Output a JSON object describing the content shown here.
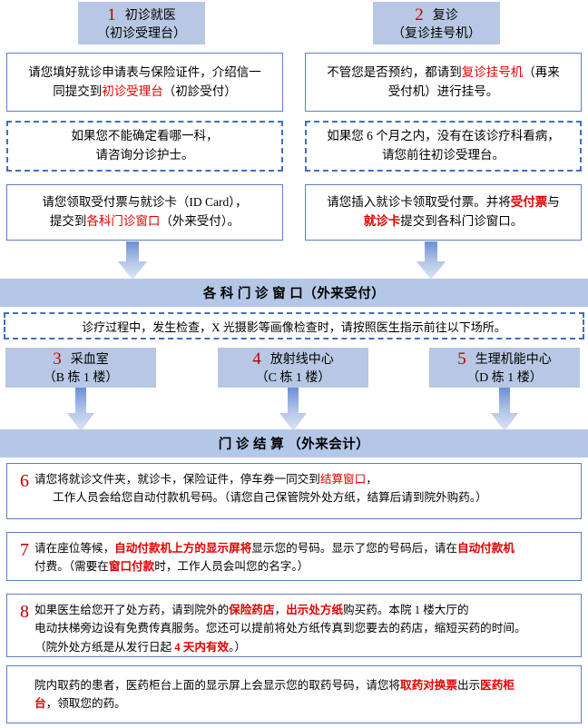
{
  "colors": {
    "banner_bg": "#b4c7e7",
    "header_bg": "#b8c8e4",
    "box_border": "#5b7fc4",
    "dash_border": "#3f6fc0",
    "accent_red": "#e00000",
    "number_red": "#c00000"
  },
  "columns": {
    "left": {
      "header": {
        "number": "1",
        "title": "初诊就医",
        "subtitle": "（初诊受理台）"
      },
      "step_solid_1": {
        "line1_pre": "请您填好就诊申请表与保险证件，介绍信一",
        "line2_pre": "同提交到",
        "line2_hl": "初诊受理台",
        "line2_post": "（初診受付）"
      },
      "step_dashed": {
        "line1": "如果您不能确定看哪一科，",
        "line2": "请咨询分诊护士。"
      },
      "step_solid_2": {
        "line1": "请您领取受付票与就诊卡（ID Card），",
        "line2_pre": "提交到",
        "line2_hl": "各科门诊窗口",
        "line2_post": "（外来受付）。"
      }
    },
    "right": {
      "header": {
        "number": "2",
        "title": "复诊",
        "subtitle": "（复诊挂号机）"
      },
      "step_solid_1": {
        "line1_pre": "不管您是否预约，都请到",
        "line1_hl": "复诊挂号机",
        "line1_post": "（再来",
        "line2": "受付机）进行挂号。"
      },
      "step_dashed": {
        "line1": "如果您 6 个月之内，没有在该诊疗科看病，",
        "line2": "请您前往初诊受理台。"
      },
      "step_solid_2": {
        "line1_pre": "请您插入就诊卡领取受付票。并将",
        "line1_hl": "受付票",
        "line1_post": "与",
        "line2_hl": "就诊卡",
        "line2_post": "提交到各科门诊窗口。"
      }
    }
  },
  "department_banner": {
    "label": "各 科 门 诊 窗 口（外来受付）"
  },
  "imaging_note": {
    "text": "诊疗过程中，发生检查，X 光摄影等画像检查时，请按照医生指示前往以下场所。"
  },
  "facilities": [
    {
      "number": "3",
      "title": "采血室",
      "subtitle": "（B 栋 1 楼）"
    },
    {
      "number": "4",
      "title": "放射线中心",
      "subtitle": "（C 栋 1 楼）"
    },
    {
      "number": "5",
      "title": "生理机能中心",
      "subtitle": "（D 栋 1 楼）"
    }
  ],
  "settlement_banner": {
    "label": "门 诊 结 算 （外来会计）"
  },
  "steps": {
    "six": {
      "number": "6",
      "l1_pre": "请您将就诊文件夹，就诊卡，保险证件，停车券一同交到",
      "l1_hl": "结算窗口",
      "l1_post": "，",
      "l2": "工作人员会给您自动付款机号码。（请您自己保管院外处方纸，结算后请到院外购药。）"
    },
    "seven": {
      "number": "7",
      "l1_pre": "请在座位等候，",
      "l1_hl1": "自动付款机上方的显示屏将",
      "l1_mid": "显示您的号码。显示了您的号码后，请在",
      "l1_hl2": "自动付款机",
      "l2_pre": "付费。（需要在",
      "l2_hl": "窗口付款",
      "l2_post": "时，工作人员会叫您的名字。）"
    },
    "eight": {
      "number": "8",
      "l1_pre": "如果医生给您开了处方药，请到院外的",
      "l1_hl1": "保险药店",
      "l1_mid": "，",
      "l1_hl2": "出示处方纸",
      "l1_post": "购买药。本院 1 楼大厅的",
      "l2": "电动扶梯旁边设有免费传真服务。您还可以提前将处方纸传真到您要去的药店，缩短买药的时间。",
      "l3_pre": "（院外处方纸是从发行日起 ",
      "l3_hl": "4 天内有效",
      "l3_post": "。）"
    },
    "nine": {
      "l1_pre": "院内取药的患者，医药柜台上面的显示屏上会显示您的取药号码，请您将",
      "l1_hl1": "取药对换票",
      "l1_mid": "出示",
      "l1_hl2": "医药柜",
      "l2_hl": "台",
      "l2_post": "，领取您的药。"
    }
  }
}
